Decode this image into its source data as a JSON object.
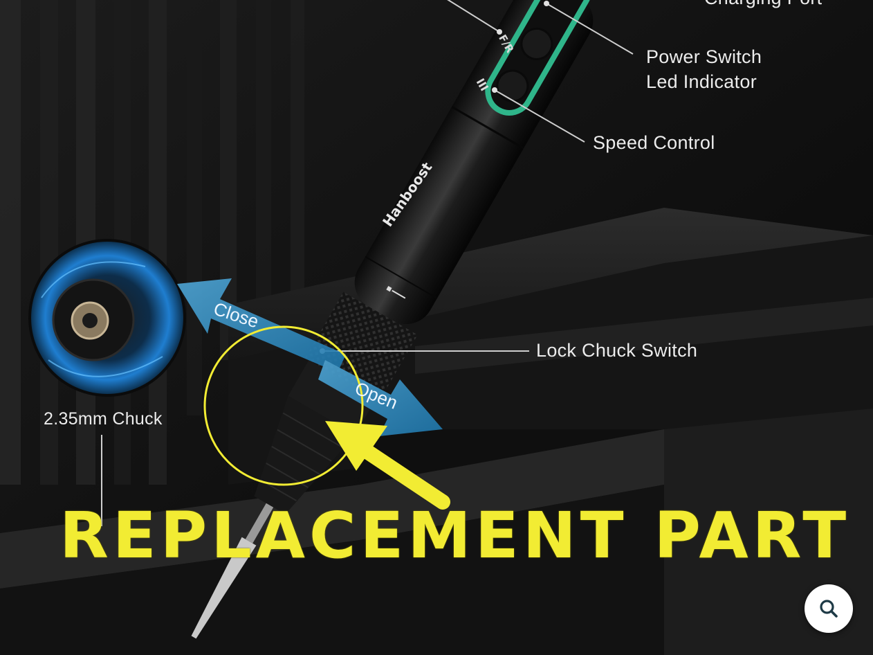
{
  "labels": {
    "charging_port": "Charging Port",
    "power_switch": "Power Switch",
    "led_indicator": "Led Indicator",
    "speed_control": "Speed Control",
    "lock_chuck_switch": "Lock Chuck Switch",
    "chuck": "2.35mm Chuck",
    "close": "Close",
    "open": "Open",
    "brand": "Hanboost",
    "fr_button": "F/R",
    "speed_button": "III"
  },
  "overlay": {
    "text": "REPLACEMENT PART"
  },
  "zoom_button": {
    "icon": "search-icon",
    "aria_label": "Zoom"
  },
  "colors": {
    "accent_green": "#2fb58a",
    "annotation_yellow": "#f2ec33",
    "arrow_blue": "#2a8fc9",
    "background": "#0b0b0b"
  }
}
